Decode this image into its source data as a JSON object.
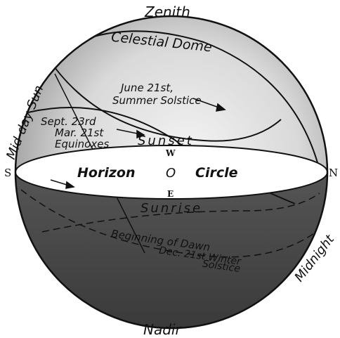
{
  "labels": {
    "zenith": "Zenith",
    "nadir": "Nadir",
    "celestial_dome": "Celestial Dome",
    "mid_day_sun": "Mid-day Sun",
    "midnight": "Midnight",
    "s": "S",
    "n": "N",
    "w": "W",
    "e": "E",
    "o": "O",
    "horizon": "Horizon",
    "circle": "Circle",
    "sunset": "Sunset",
    "sunrise": "Sunrise",
    "june_line1": "June 21st,",
    "june_line2": "Summer Solstice",
    "sept_line1": "Sept. 23rd",
    "sept_line2": "Mar. 21st",
    "sept_line3": "Equinoxes",
    "dawn": "Beginning of Dawn",
    "dec_line1": "Dec. 21st Winter",
    "dec_line2": "Solstice"
  }
}
